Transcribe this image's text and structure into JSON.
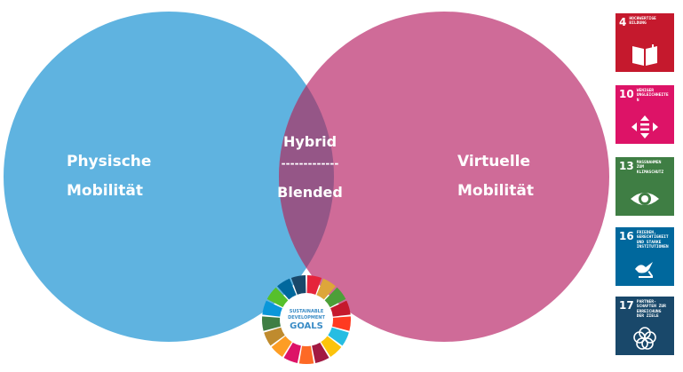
{
  "venn": {
    "left_label_line1": "Physische",
    "left_label_line2": "Mobilität",
    "right_label_line1": "Virtuelle",
    "right_label_line2": "Mobilität",
    "center_top": "Hybrid",
    "center_divider": "-------------",
    "center_bottom": "Blended",
    "left_color": "#5fb3e0",
    "right_color": "#cf6b98",
    "overlap_color": "#955687"
  },
  "sdg_wheel": {
    "line1": "SUSTAINABLE",
    "line2": "DEVELOPMENT",
    "line3": "GOALS"
  },
  "sdg_tiles": [
    {
      "number": "4",
      "title": "Hochwertige Bildung",
      "color": "#c5192d",
      "icon": "book-icon"
    },
    {
      "number": "10",
      "title": "Weniger Ungleichheiten",
      "color": "#dd1367",
      "icon": "equality-arrows-icon"
    },
    {
      "number": "13",
      "title": "Massnahmen zum Klimaschutz",
      "color": "#3f7e44",
      "icon": "climate-eye-icon"
    },
    {
      "number": "16",
      "title": "Frieden, Gerechtigkeit und starke Institutionen",
      "color": "#00689d",
      "icon": "dove-gavel-icon"
    },
    {
      "number": "17",
      "title": "Partner­schaften zur Erreichung der Ziele",
      "color": "#19486a",
      "icon": "partnership-rings-icon"
    }
  ]
}
